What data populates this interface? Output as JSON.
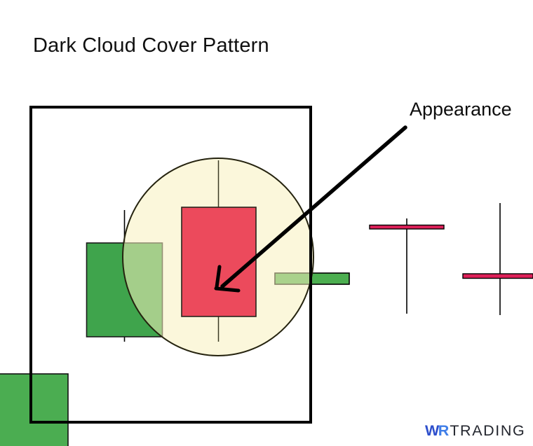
{
  "title": "Dark Cloud Cover Pattern",
  "annotation": {
    "label": "Appearance"
  },
  "logo": {
    "w": "W",
    "r": "R",
    "trading": "TRADING"
  },
  "colors": {
    "background": "#ffffff",
    "text": "#101010",
    "bullish_green": "#3fa44c",
    "small_candle_green": "#4cae50",
    "corner_green": "#4bad51",
    "bearish_red": "#ec4a5c",
    "doji_red": "#dd2059",
    "highlight_fill": "#f7f0bd",
    "highlight_stroke": "#25230f",
    "box_stroke": "#000000",
    "wick_dark": "#3c3b25",
    "arrow": "#000000",
    "logo_w_blue": "#2e4fcc",
    "logo_r_blue": "#3f7ee8",
    "logo_trading": "#23262e"
  },
  "diagram": {
    "description": "Candlestick illustration of the Dark Cloud Cover pattern: a bullish green candle followed by a bearish red candle highlighted by a cream circle inside a black outlined box, with a hand-drawn arrow from the Appearance label pointing at the red candle; a small green candle and two red doji candles to the right; green block in bottom-left corner"
  }
}
